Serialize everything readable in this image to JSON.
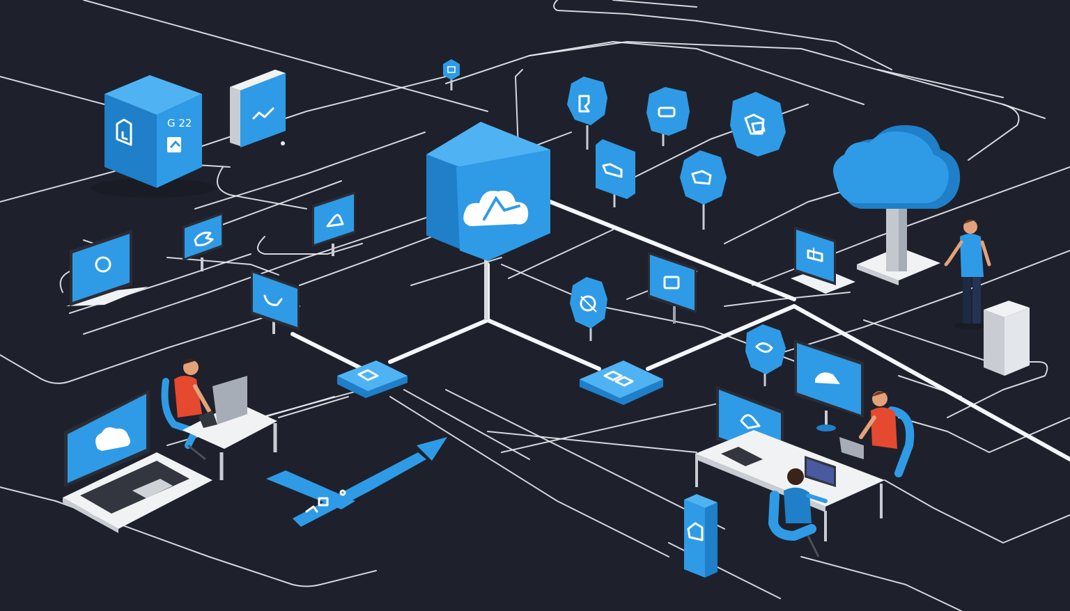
{
  "scene": {
    "title": "Isometric cloud network illustration",
    "background_color": "#1e212c",
    "accent_color": "#2f9be6",
    "wire_color": "#e8ebf0",
    "shirt_red": "#e5492f",
    "shirt_blue": "#2f9be6"
  },
  "server_block": {
    "label": "G 22",
    "icons": [
      "document-clock-icon",
      "chat-bubble-icon"
    ]
  },
  "central_cloud_node": {
    "icon": "cloud-a-icon"
  },
  "large_cloud": {
    "icon": "cloud-icon"
  },
  "hub_nodes": [
    {
      "icon": "square-link-icon"
    },
    {
      "icon": "double-square-link-icon"
    }
  ],
  "floor_arrow": {
    "icon": "arrow-icon"
  },
  "people": [
    {
      "role": "person-at-laptop-left",
      "shirt": "red"
    },
    {
      "role": "person-standing-right",
      "shirt": "blue"
    },
    {
      "role": "person-at-desk-red",
      "shirt": "red"
    },
    {
      "role": "person-at-desk-blue",
      "shirt": "blue"
    }
  ]
}
